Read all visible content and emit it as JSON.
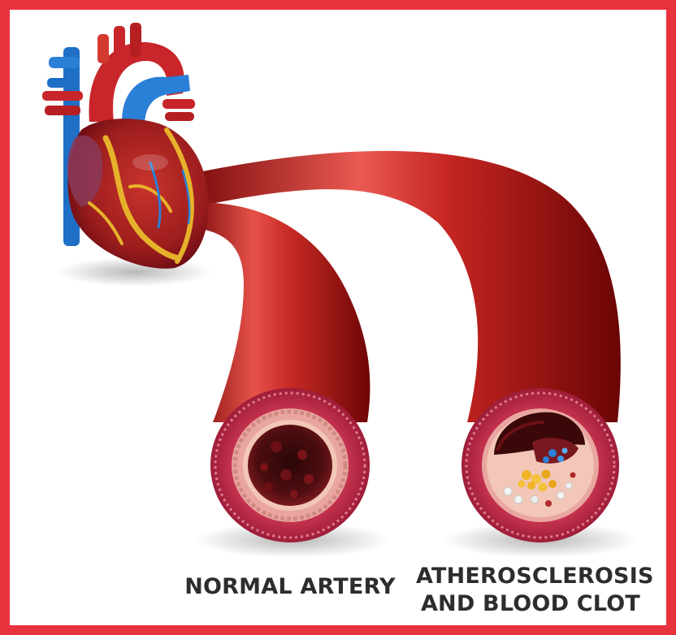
{
  "border_color": "#e8323e",
  "labels": {
    "normal_artery": "NORMAL ARTERY",
    "atherosclerosis_line1": "ATHEROSCLEROSIS",
    "atherosclerosis_line2": "AND BLOOD CLOT"
  },
  "colors": {
    "artery": "#c32020",
    "artery_wall": "#d8566c",
    "vein": "#1f6fc6",
    "fat": "#e7b22b",
    "text": "#2d2d2d"
  }
}
